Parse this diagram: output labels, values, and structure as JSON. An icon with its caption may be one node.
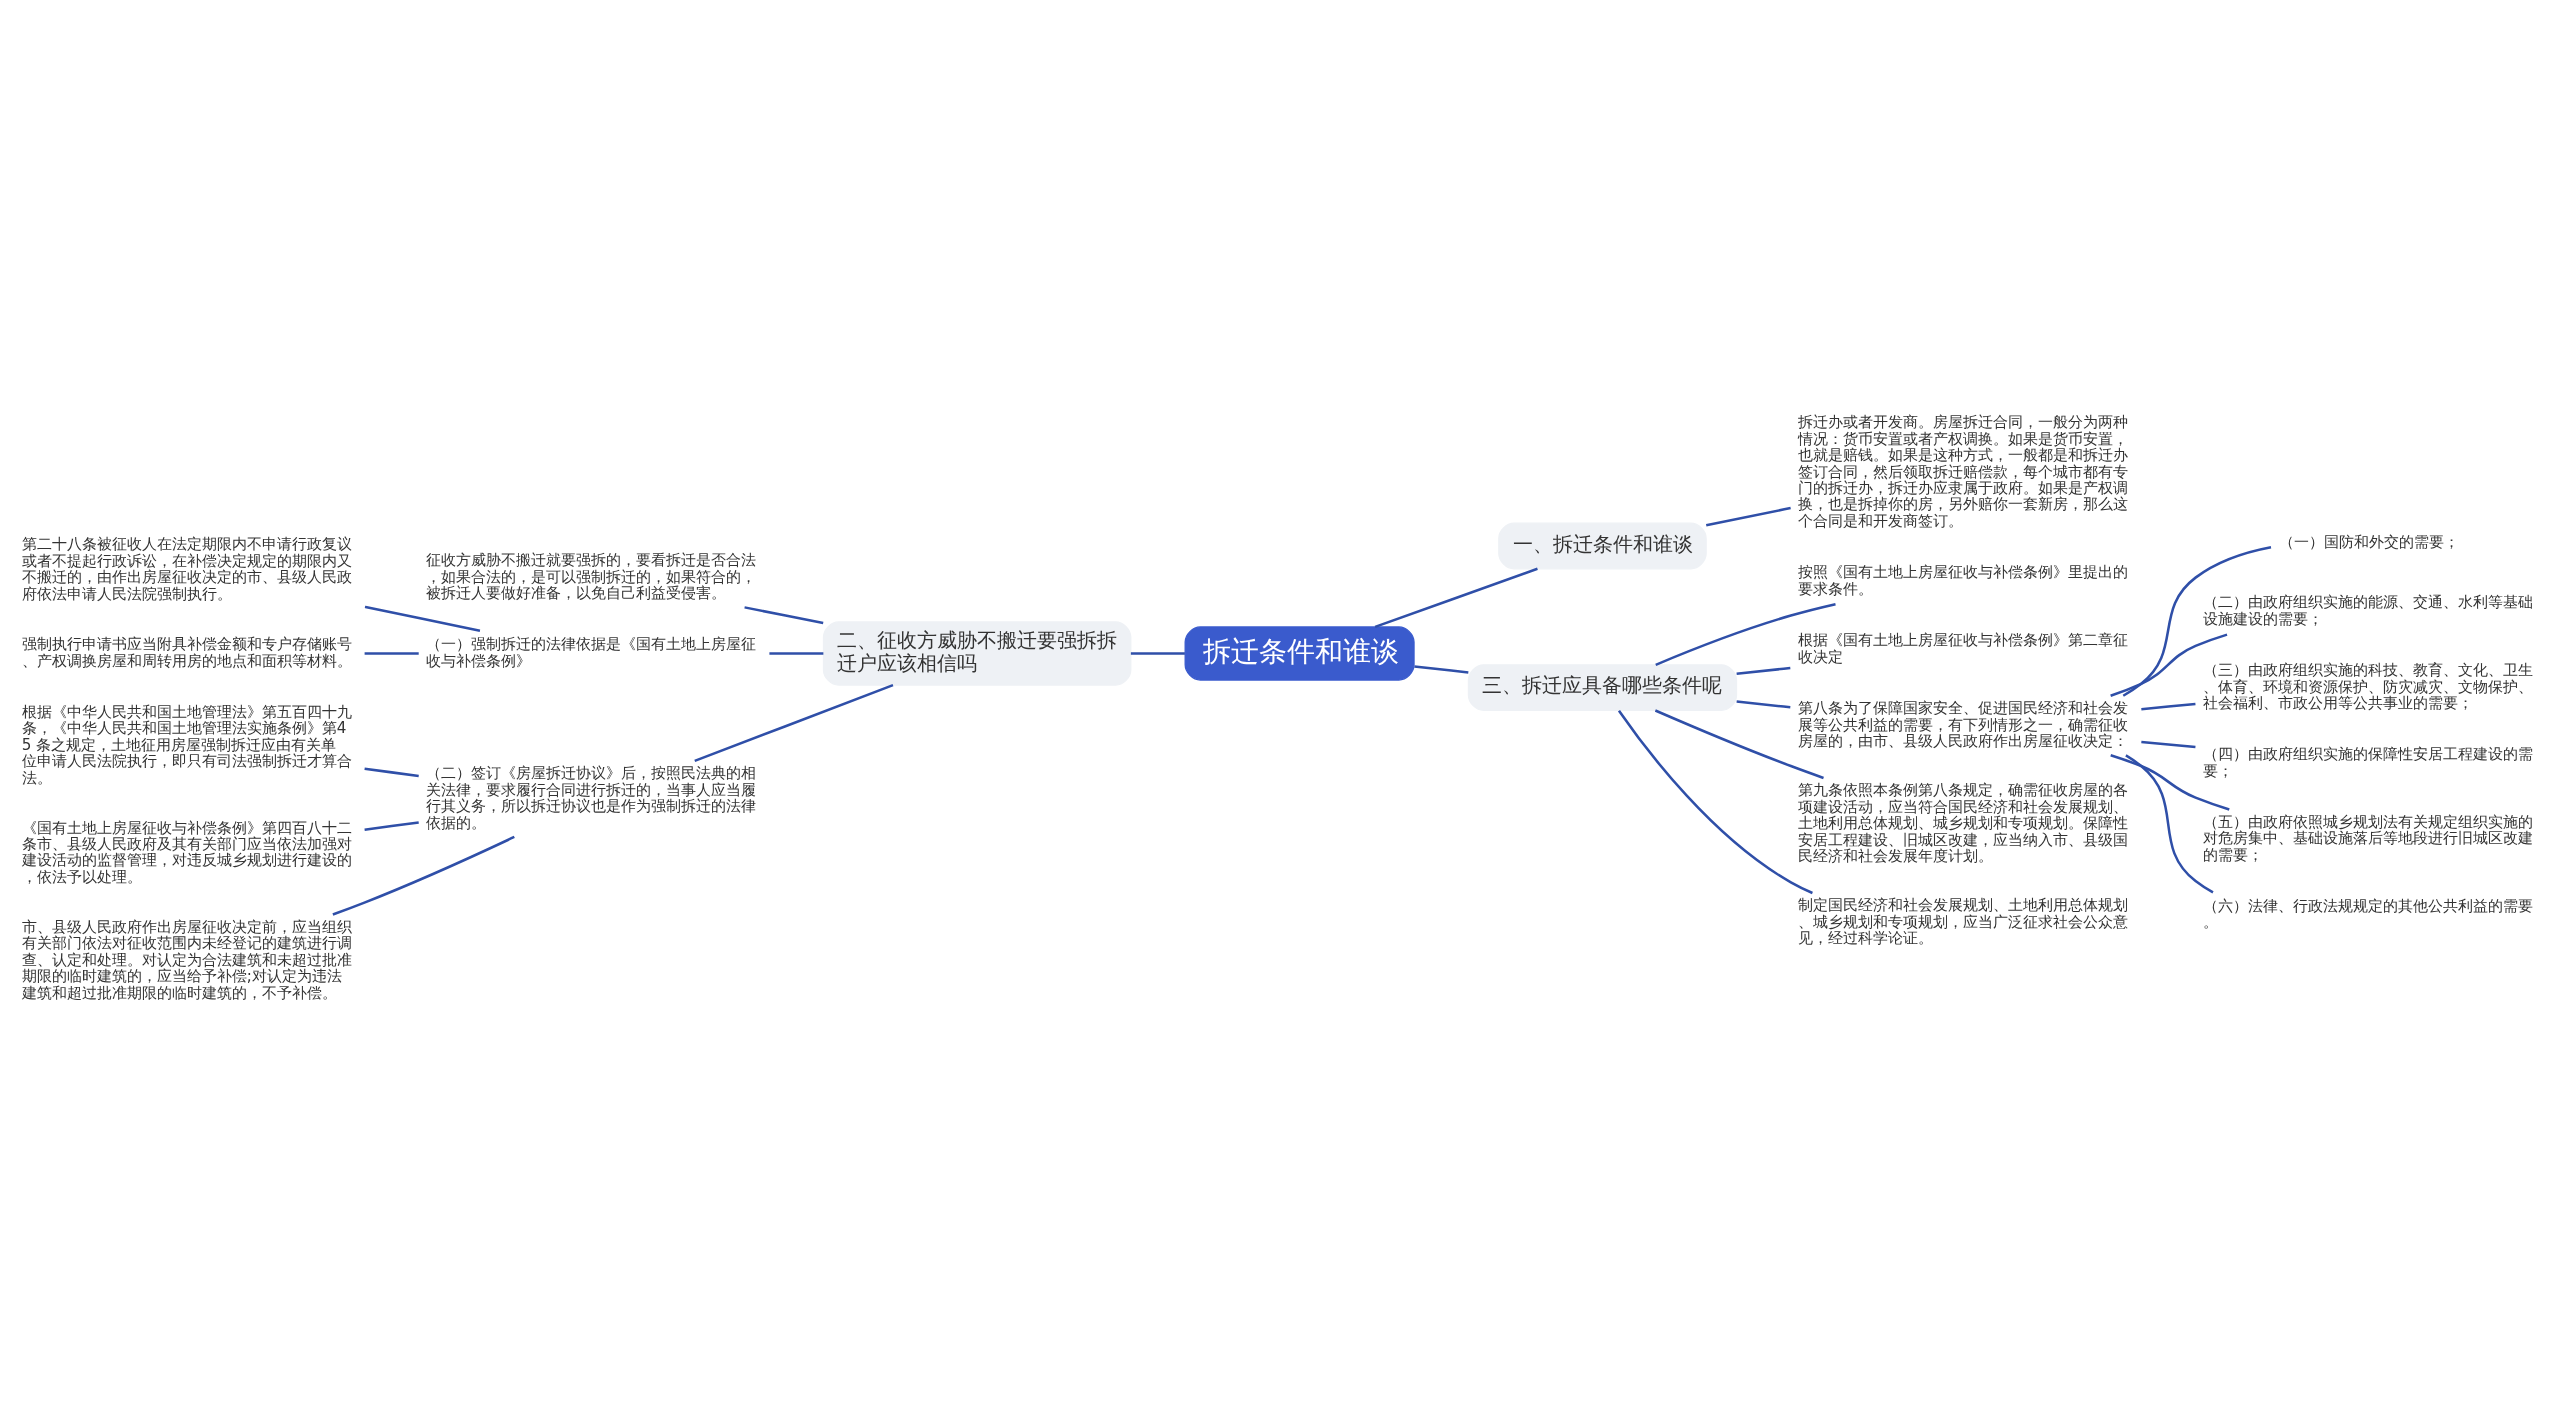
{
  "diagram": {
    "nodes": [
      {
        "text": [
          "拆迁条件和谁谈"
        ]
      },
      {
        "text": [
          "一、拆迁条件和谁谈"
        ]
      },
      {
        "text": [
          "拆迁办或者开发商。房屋拆迁合同，一般分为两种情况：货币安置或者产权调换。如果是货币安置，也就是赔钱。如果是这种方式，一般都是和拆迁办签订合同，然后领取拆迁赔偿款，每个城市都有专门的拆迁办，拆迁办应隶属于政府。如果是产权调换，也是拆掉你的房，另外赔你一套新房，那么这个合同是和开发商签订。"
        ]
      },
      {
        "text": [
          "三、拆迁应具备哪些条件呢"
        ]
      },
      {
        "text": [
          "按照《国有土地上房屋征收与补偿条例》里提出的要求条件。"
        ]
      },
      {
        "text": [
          "根据《国有土地上房屋征收与补偿条例》第二章征收决定"
        ]
      },
      {
        "text": [
          "第八条为了保障国家安全、促进国民经济和社会发展等公共利益的需要，有下列情形之一，确需征收房屋的，由市、县级人民政府作出房屋征收决定："
        ]
      },
      {
        "text": [
          "（一）国防和外交的需要；"
        ]
      },
      {
        "text": [
          "（二）由政府组织实施的能源、交通、水利等基础设施建设的需要；"
        ]
      },
      {
        "text": [
          "（三）由政府组织实施的科技、教育、文化、卫生、体育、环境和资源保护、防灾减灾、文物保护、社会福利、市政公用等公共事业的需要；"
        ]
      },
      {
        "text": [
          "（四）由政府组织实施的保障性安居工程建设的需要；"
        ]
      },
      {
        "text": [
          "（五）由政府依照城乡规划法有关规定组织实施的对危房集中、基础设施落后等地段进行旧城区改建的需要；"
        ]
      },
      {
        "text": [
          "（六）法律、行政法规规定的其他公共利益的需要。"
        ]
      },
      {
        "text": [
          "第九条依照本条例第八条规定，确需征收房屋的各项建设活动，应当符合国民经济和社会发展规划、土地利用总体规划、城乡规划和专项规划。保障性安居工程建设、旧城区改建，应当纳入市、县级国民经济和社会发展年度计划。"
        ]
      },
      {
        "text": [
          "制定国民经济和社会发展规划、土地利用总体规划、城乡规划和专项规划，应当广泛征求社会公众意见，经过科学论证。"
        ]
      },
      {
        "text": [
          "二、征收方威胁不搬迁要强拆拆迁户应该相信吗"
        ]
      },
      {
        "text": [
          "征收方威胁不搬迁就要强拆的，要看拆迁是否合法，如果合法的，是可以强制拆迁的，如果符合的，被拆迁人要做好准备，以免自己利益受侵害。"
        ]
      },
      {
        "text": [
          "（一）强制拆迁的法律依据是《国有土地上房屋征收与补偿条例》"
        ]
      },
      {
        "text": [
          "第二十八条被征收人在法定期限内不申请行政复议或者不提起行政诉讼，在补偿决定规定的期限内又不搬迁的，由作出房屋征收决定的市、县级人民政府依法申请人民法院强制执行。"
        ]
      },
      {
        "text": [
          "强制执行申请书应当附具补偿金额和专户存储账号、产权调换房屋和周转用房的地点和面积等材料。"
        ]
      },
      {
        "text": [
          "（二）签订《房屋拆迁协议》后，按照民法典的相关法律，要求履行合同进行拆迁的，当事人应当履行其义务，所以拆迁协议也是作为强制拆迁的法律依据的。"
        ]
      },
      {
        "text": [
          "根据《中华人民共和国土地管理法》第五百四十九条，《中华人民共和国土地管理法实施条例》第45 条之规定，土地征用房屋强制拆迁应由有关单位申请人民法院执行，即只有司法强制拆迁才算合法。"
        ]
      },
      {
        "text": [
          "《国有土地上房屋征收与补偿条例》第四百八十二条市、县级人民政府及其有关部门应当依法加强对建设活动的监督管理，对违反城乡规划进行建设的，依法予以处理。"
        ]
      },
      {
        "text": [
          "市、县级人民政府作出房屋征收决定前，应当组织有关部门依法对征收范围内未经登记的建筑进行调查、认定和处理。对认定为合法建筑和未超过批准期限的临时建筑的，应当给予补偿;对认定为违法建筑和超过批准期限的临时建筑的，不予补偿。"
        ]
      }
    ],
    "edges": [
      {
        "from": 0,
        "to": 1,
        "arrow": "none"
      },
      {
        "from": 1,
        "to": 2,
        "arrow": "none"
      },
      {
        "from": 0,
        "to": 3,
        "arrow": "none"
      },
      {
        "from": 3,
        "to": 4,
        "arrow": "none"
      },
      {
        "from": 3,
        "to": 5,
        "arrow": "none"
      },
      {
        "from": 3,
        "to": 6,
        "arrow": "none"
      },
      {
        "from": 6,
        "to": 7,
        "arrow": "none"
      },
      {
        "from": 6,
        "to": 8,
        "arrow": "none"
      },
      {
        "from": 6,
        "to": 9,
        "arrow": "none"
      },
      {
        "from": 6,
        "to": 10,
        "arrow": "none"
      },
      {
        "from": 6,
        "to": 11,
        "arrow": "none"
      },
      {
        "from": 6,
        "to": 12,
        "arrow": "none"
      },
      {
        "from": 3,
        "to": 13,
        "arrow": "none"
      },
      {
        "from": 3,
        "to": 14,
        "arrow": "none"
      },
      {
        "from": 0,
        "to": 15,
        "arrow": "none"
      },
      {
        "from": 15,
        "to": 16,
        "arrow": "none"
      },
      {
        "from": 15,
        "to": 17,
        "arrow": "none"
      },
      {
        "from": 17,
        "to": 18,
        "arrow": "none"
      },
      {
        "from": 17,
        "to": 19,
        "arrow": "none"
      },
      {
        "from": 15,
        "to": 20,
        "arrow": "none"
      },
      {
        "from": 20,
        "to": 21,
        "arrow": "none"
      },
      {
        "from": 20,
        "to": 22,
        "arrow": "none"
      },
      {
        "from": 20,
        "to": 23,
        "arrow": "none"
      }
    ]
  }
}
